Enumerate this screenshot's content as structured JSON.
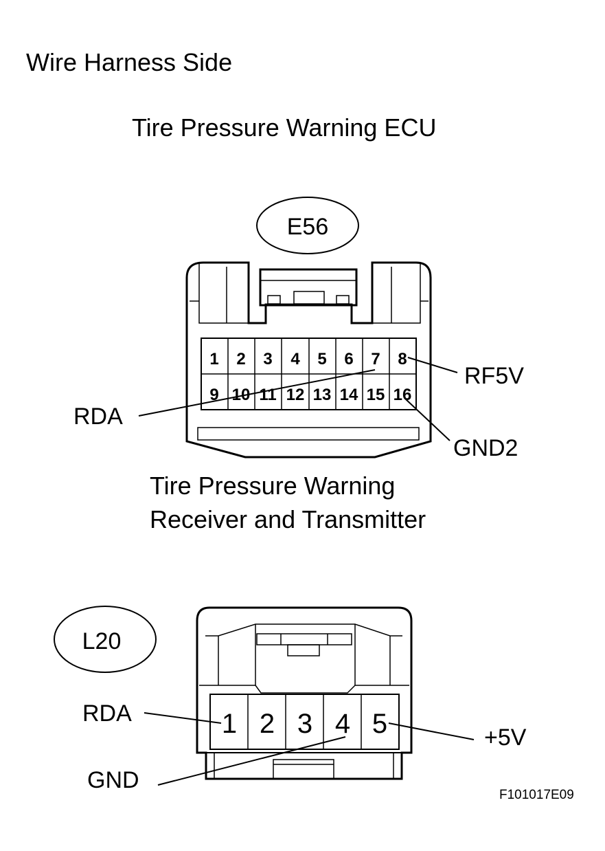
{
  "header": "Wire Harness Side",
  "ecu": {
    "title": "Tire Pressure Warning ECU",
    "connector_id": "E56",
    "pins_top": [
      "1",
      "2",
      "3",
      "4",
      "5",
      "6",
      "7",
      "8"
    ],
    "pins_bottom": [
      "9",
      "10",
      "11",
      "12",
      "13",
      "14",
      "15",
      "16"
    ],
    "labels": {
      "rf5v": "RF5V",
      "rda": "RDA",
      "gnd2": "GND2"
    }
  },
  "receiver": {
    "title_line1": "Tire Pressure Warning",
    "title_line2": "Receiver and Transmitter",
    "connector_id": "L20",
    "pins": [
      "1",
      "2",
      "3",
      "4",
      "5"
    ],
    "labels": {
      "rda": "RDA",
      "plus5v": "+5V",
      "gnd": "GND"
    }
  },
  "figure_code": "F101017E09"
}
